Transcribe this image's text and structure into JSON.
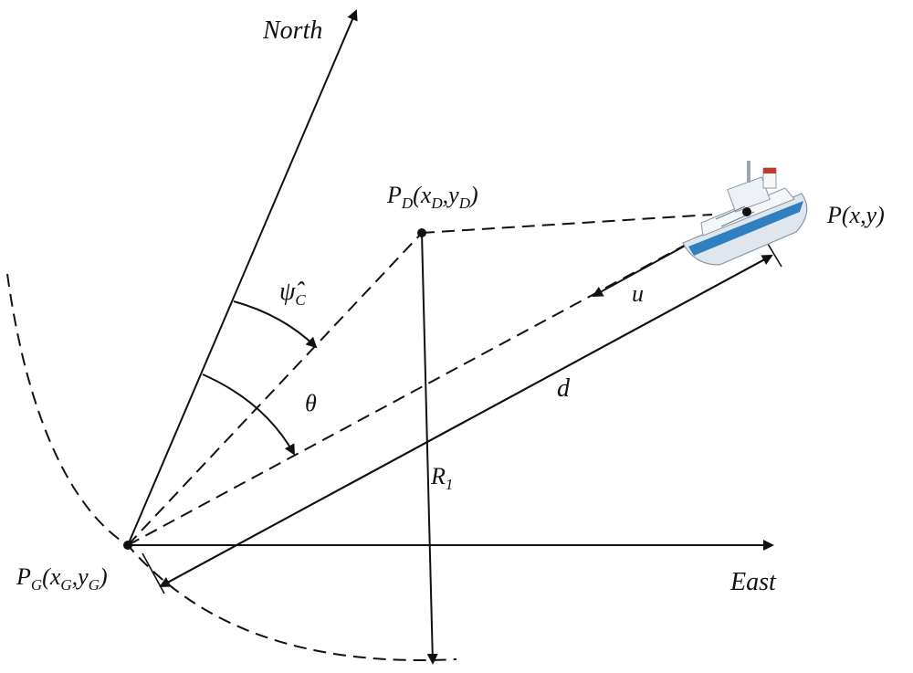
{
  "labels": {
    "north": "North",
    "east": "East",
    "pd_main": "P",
    "pd_sub": "D",
    "pd_open": "(x",
    "pd_mid": ",y",
    "pd_close": ")",
    "p_ship": "P(x,y)",
    "pg_main": "P",
    "pg_sub": "G",
    "pg_open": "(x",
    "pg_mid": ",y",
    "pg_close": ")",
    "psi_symbol": "ψ̂",
    "psi_sub": "C",
    "theta": "θ",
    "u": "u",
    "d": "d",
    "r1_main": "R",
    "r1_sub": "1"
  },
  "colors": {
    "stroke": "#111111",
    "ship_hull": "#dfe6ee",
    "ship_stripe": "#2f7fc1",
    "ship_deck": "#f4f6f8",
    "ship_funnel_red": "#c0392b"
  },
  "icons": {
    "ship": "ship-icon"
  }
}
